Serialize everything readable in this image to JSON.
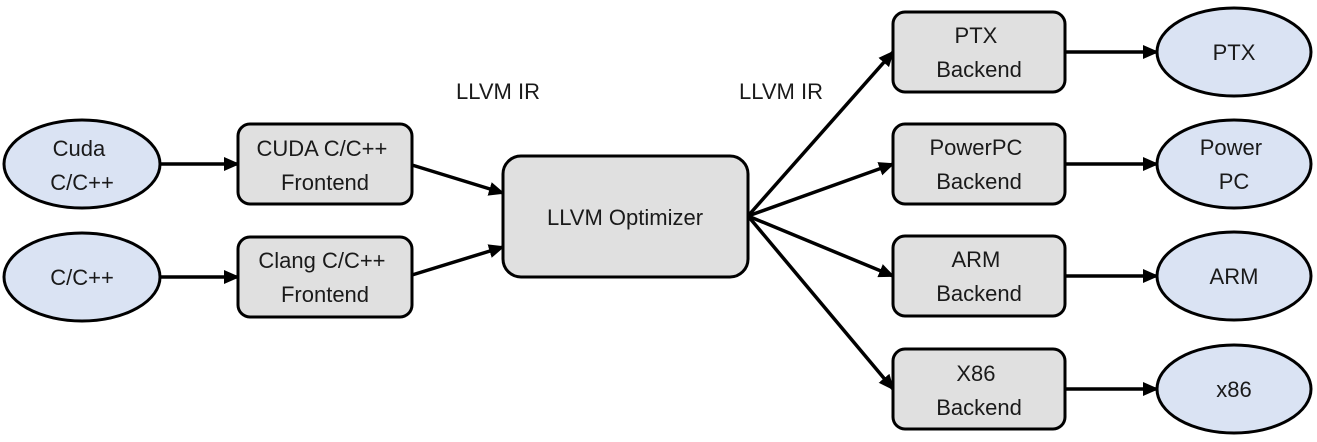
{
  "inputs": {
    "cuda": [
      "Cuda",
      "C/C++"
    ],
    "cpp": [
      "C/C++"
    ]
  },
  "frontends": {
    "cuda": [
      "CUDA C/C++",
      "Frontend"
    ],
    "clang": [
      "Clang C/C++",
      "Frontend"
    ]
  },
  "optimizer": [
    "LLVM Optimizer"
  ],
  "ir_labels": {
    "left": "LLVM IR",
    "right": "LLVM IR"
  },
  "backends": {
    "ptx": [
      "PTX",
      "Backend"
    ],
    "powerpc": [
      "PowerPC",
      "Backend"
    ],
    "arm": [
      "ARM",
      "Backend"
    ],
    "x86": [
      "X86",
      "Backend"
    ]
  },
  "targets": {
    "ptx": [
      "PTX"
    ],
    "powerpc": [
      "Power",
      "PC"
    ],
    "arm": [
      "ARM"
    ],
    "x86": [
      "x86"
    ]
  },
  "colors": {
    "ellipse_fill": "#dae3f3",
    "box_fill": "#e0e0e0",
    "stroke": "#000000"
  }
}
